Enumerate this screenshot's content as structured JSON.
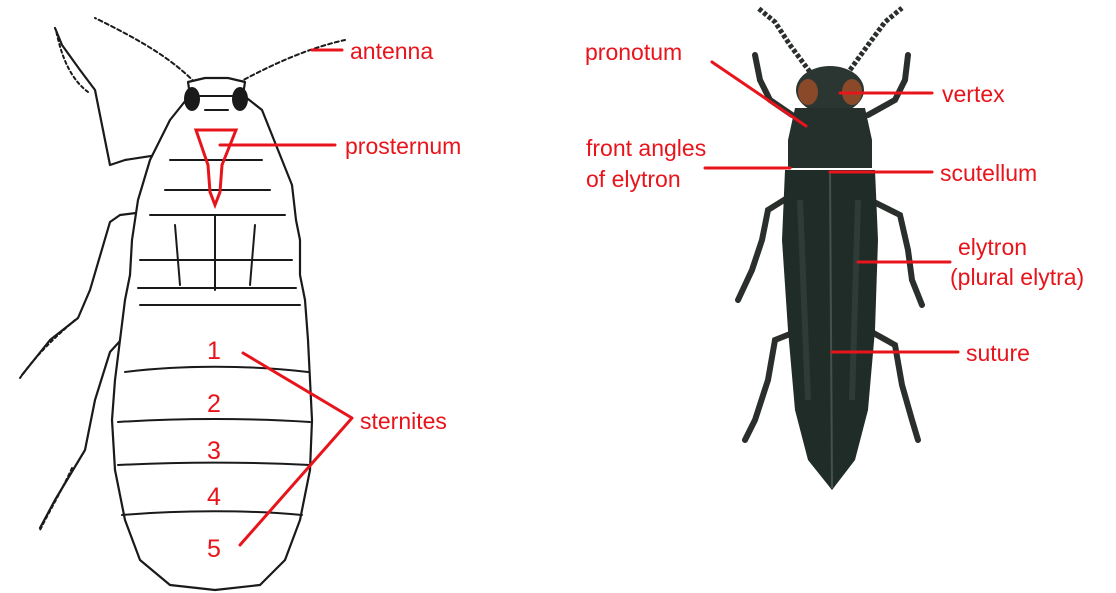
{
  "left_diagram": {
    "labels": {
      "antenna": "antenna",
      "prosternum": "prosternum",
      "sternites": "sternites"
    },
    "sternite_numbers": [
      "1",
      "2",
      "3",
      "4",
      "5"
    ]
  },
  "right_diagram": {
    "labels": {
      "pronotum": "pronotum",
      "front_angles_line1": "front angles",
      "front_angles_line2": "of elytron",
      "vertex": "vertex",
      "scutellum": "scutellum",
      "elytron_line1": "elytron",
      "elytron_line2": "(plural elytra)",
      "suture": "suture"
    }
  },
  "colors": {
    "label_red": "#e8141b",
    "beetle_dark": "#1f2c28",
    "beetle_head": "#8a4a2a"
  }
}
